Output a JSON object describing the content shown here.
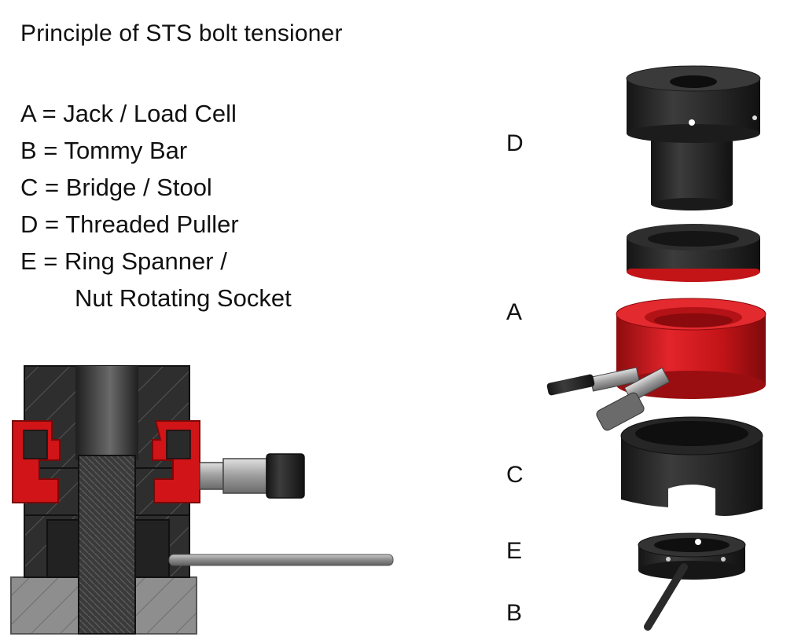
{
  "title": "Principle of STS bolt tensioner",
  "legend": [
    "A = Jack / Load Cell",
    "B = Tommy Bar",
    "C = Bridge / Stool",
    "D = Threaded Puller",
    "E = Ring Spanner /",
    "Nut Rotating Socket"
  ],
  "part_labels": {
    "a": "A",
    "b": "B",
    "c": "C",
    "d": "D",
    "e": "E"
  },
  "colors": {
    "jack_red": "#d01418",
    "steel_dark": "#2b2b2b",
    "hatch_gray": "#8c8c8c",
    "rod_gray": "#9a9a9a"
  }
}
